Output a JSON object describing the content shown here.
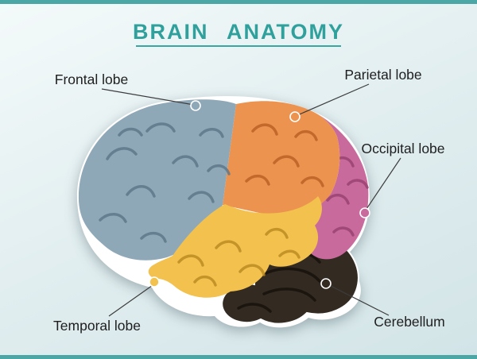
{
  "title": {
    "text": "BRAIN ANATOMY"
  },
  "theme": {
    "top_bar_color": "#4aa7a5",
    "bottom_bar_color": "#4aa7a5",
    "title_color": "#2fa09c",
    "underline_color": "#3aa6a2",
    "background_top": "#f4fafa",
    "background_bottom": "#d2e4e7",
    "label_color": "#1e1e1e",
    "leader_line_color": "#3c3c3c",
    "brain_outline_color": "#ffffff"
  },
  "lobes": [
    {
      "id": "frontal",
      "label": "Frontal lobe",
      "color": "#8fa8b8",
      "line_color": "#5d7587"
    },
    {
      "id": "parietal",
      "label": "Parietal lobe",
      "color": "#ec9350",
      "line_color": "#b95f23"
    },
    {
      "id": "occipital",
      "label": "Occipital lobe",
      "color": "#c96a9c",
      "line_color": "#96406f"
    },
    {
      "id": "temporal",
      "label": "Temporal lobe",
      "color": "#f2c14e",
      "line_color": "#bb8a20"
    },
    {
      "id": "cerebellum",
      "label": "Cerebellum",
      "color": "#332a21",
      "line_color": "#16100b"
    }
  ]
}
